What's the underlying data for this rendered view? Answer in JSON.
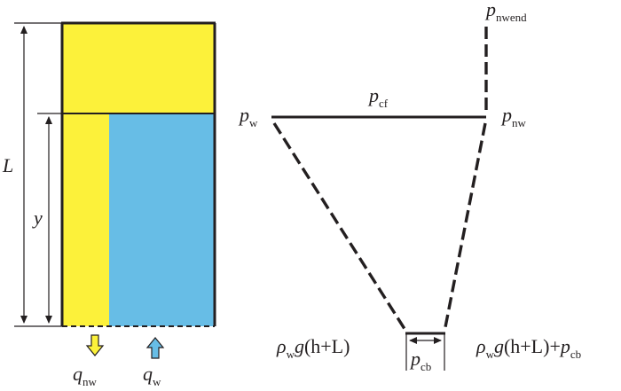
{
  "column": {
    "colors": {
      "nonwetting": "#fcf13a",
      "wetting": "#67bde6",
      "outline": "#231f20"
    },
    "flux_arrow_colors": {
      "nonwetting": "#fcf13a",
      "wetting": "#67bde6"
    }
  },
  "labels": {
    "length_main": "L",
    "height_main": "y",
    "q_nw": {
      "main": "q",
      "sub": "nw"
    },
    "q_w": {
      "main": "q",
      "sub": "w"
    }
  },
  "pressure": {
    "p_nwend": {
      "main": "p",
      "sub": "nwend"
    },
    "p_cf": {
      "main": "p",
      "sub": "cf"
    },
    "p_w": {
      "main": "p",
      "sub": "w"
    },
    "p_nw": {
      "main": "p",
      "sub": "nw"
    },
    "p_cb": {
      "main": "p",
      "sub": "cb"
    },
    "left_bottom": {
      "rho": "ρ",
      "rho_sub": "w",
      "g": "g",
      "rest": "(h+L)"
    },
    "right_bottom": {
      "rho": "ρ",
      "rho_sub": "w",
      "g": "g",
      "rest": "(h+L)+",
      "p": "p",
      "p_sub": "cb"
    }
  }
}
